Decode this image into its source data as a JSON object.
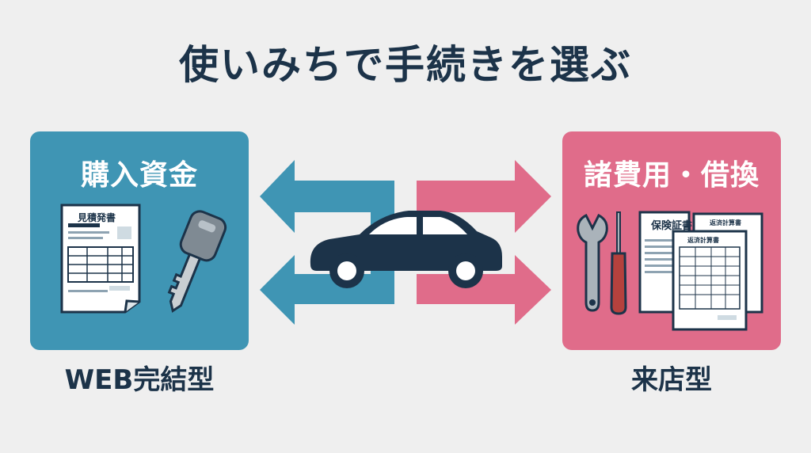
{
  "title": "使いみちで手続きを選ぶ",
  "left": {
    "heading": "購入資金",
    "doc_label": "見積発書",
    "caption": "WEB完結型",
    "color": "#3f95b4"
  },
  "right": {
    "heading": "諸費用・借換",
    "doc_label_1": "保険証書",
    "doc_label_2": "返済計算書",
    "doc_label_3": "返済計算書",
    "caption": "来店型",
    "color": "#e06c8a"
  },
  "colors": {
    "text": "#1c3349",
    "background": "#efefef"
  }
}
